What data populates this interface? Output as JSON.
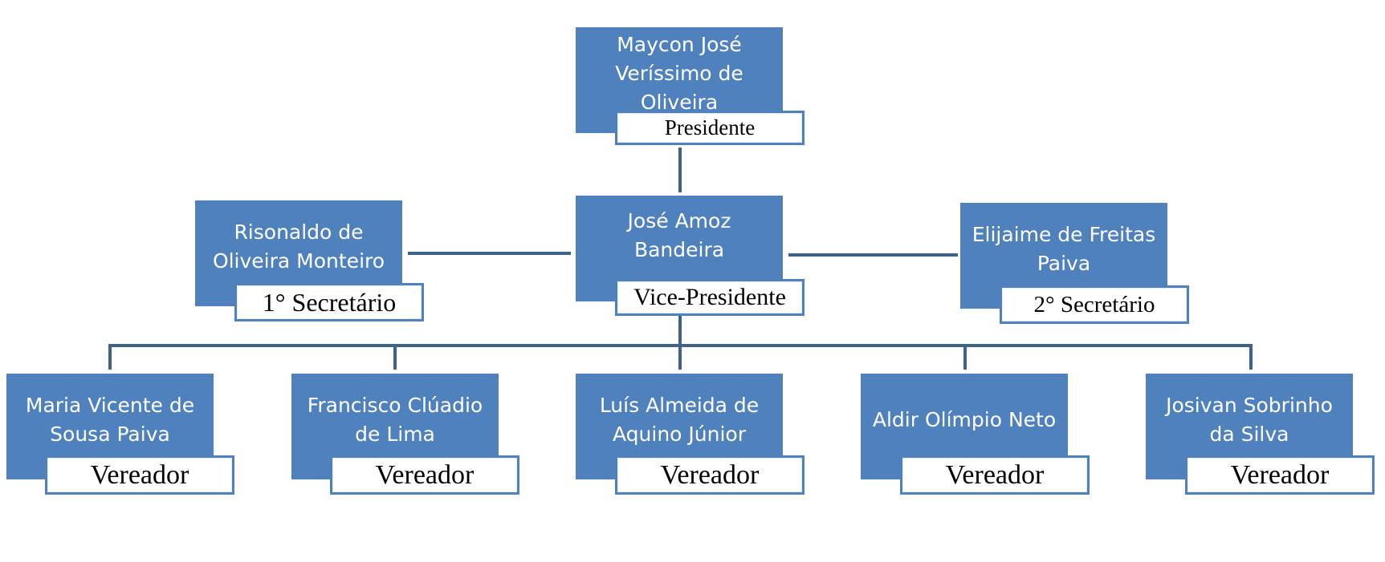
{
  "org_chart": {
    "president": {
      "name": "Maycon José Veríssimo de Oliveira",
      "role": "Presidente"
    },
    "vice_president": {
      "name": "José Amoz Bandeira",
      "role": "Vice-Presidente"
    },
    "first_secretary": {
      "name": "Risonaldo de Oliveira Monteiro",
      "role": "1° Secretário"
    },
    "second_secretary": {
      "name": "Elijaime de Freitas Paiva",
      "role": "2° Secretário"
    },
    "councilors": [
      {
        "name": "Maria Vicente de Sousa Paiva",
        "role": "Vereador"
      },
      {
        "name": "Francisco Clúadio de Lima",
        "role": "Vereador"
      },
      {
        "name": "Luís Almeida de Aquino Júnior",
        "role": "Vereador"
      },
      {
        "name": "Aldir Olímpio Neto",
        "role": "Vereador"
      },
      {
        "name": "Josivan Sobrinho da Silva",
        "role": "Vereador"
      }
    ]
  },
  "colors": {
    "box_fill": "#4f81bd",
    "connector": "#3f6289",
    "label_border": "#4f81bd"
  }
}
